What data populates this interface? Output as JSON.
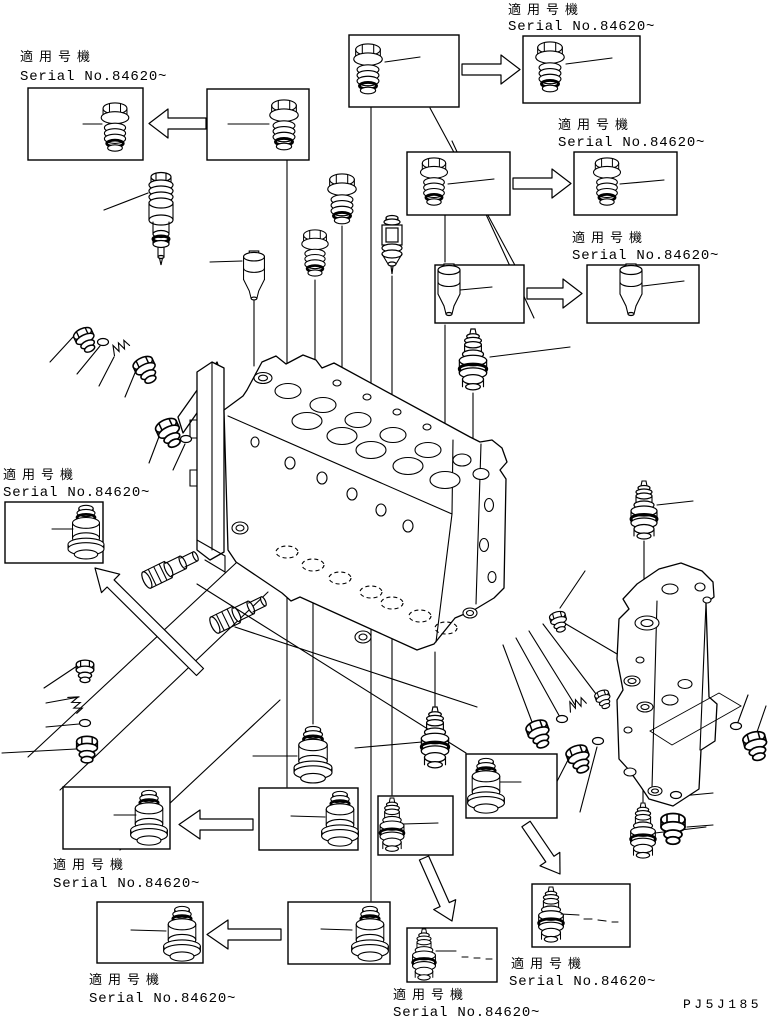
{
  "drawing": {
    "code": "PJ5J185",
    "paper_color": "#ffffff",
    "ink_color": "#000000",
    "callouts": [
      {
        "position": "top-left",
        "jp": "適用号機",
        "serial": "Serial No.84620~"
      },
      {
        "position": "top-center",
        "jp": "適用号機",
        "serial": "Serial No.84620~"
      },
      {
        "position": "upper-right",
        "jp": "適用号機",
        "serial": "Serial No.84620~"
      },
      {
        "position": "mid-right",
        "jp": "適用号機",
        "serial": "Serial No.84620~"
      },
      {
        "position": "mid-left",
        "jp": "適用号機",
        "serial": "Serial No.84620~"
      },
      {
        "position": "bottom-left-1",
        "jp": "適用号機",
        "serial": "Serial No.84620~"
      },
      {
        "position": "bottom-left-2",
        "jp": "適用号機",
        "serial": "Serial No.84620~"
      },
      {
        "position": "bottom-center",
        "jp": "適用号機",
        "serial": "Serial No.84620~"
      },
      {
        "position": "bottom-right",
        "jp": "適用号機",
        "serial": "Serial No.84620~"
      }
    ]
  }
}
